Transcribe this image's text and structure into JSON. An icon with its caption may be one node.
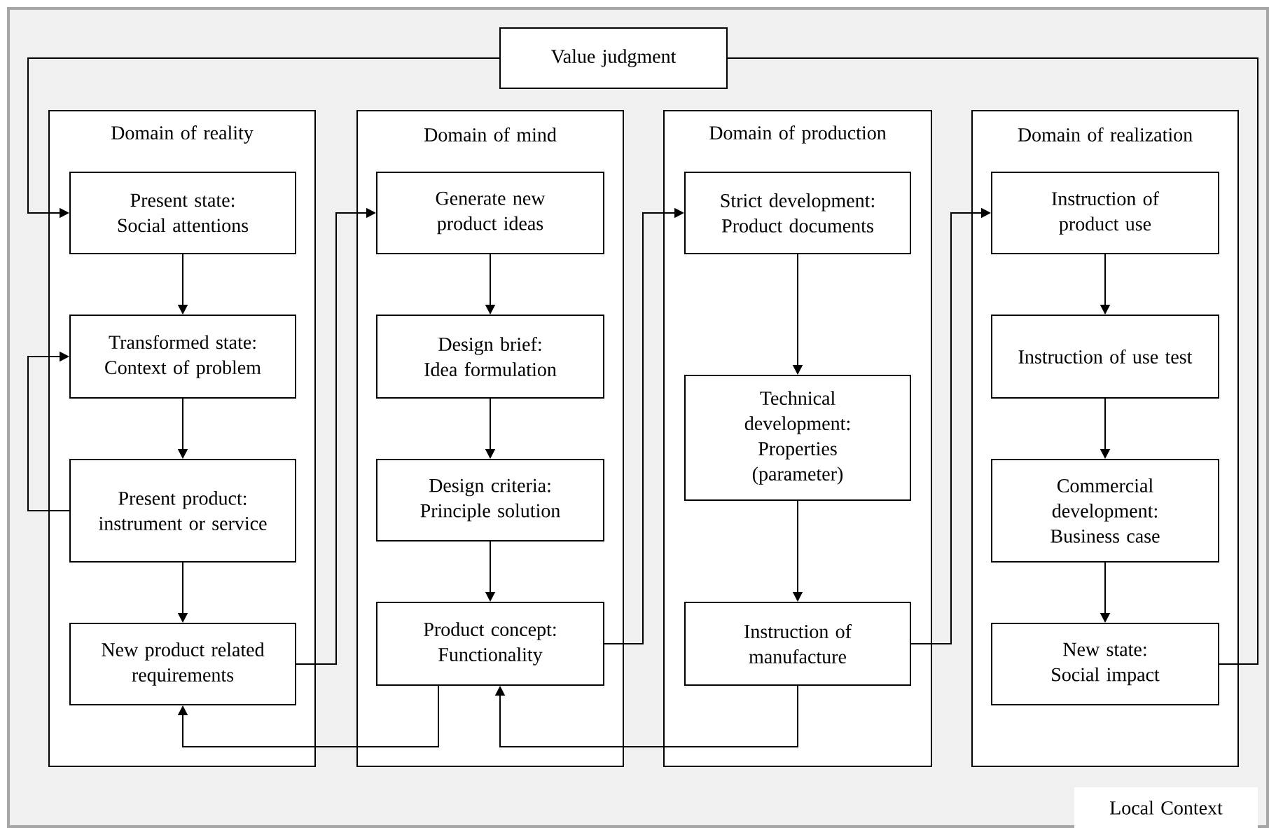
{
  "diagram": {
    "nodes": [
      {
        "text": [
          "Value judgment"
        ]
      },
      {
        "text": [
          "Domain of reality"
        ]
      },
      {
        "text": [
          "Present state: Social attentions"
        ],
        "in": 1
      },
      {
        "text": [
          "Transformed state: Context of problem"
        ],
        "in": 1
      },
      {
        "text": [
          "Present product: instrument or service"
        ],
        "in": 1
      },
      {
        "text": [
          "New product related requirements"
        ],
        "in": 1
      },
      {
        "text": [
          "Domain of mind"
        ]
      },
      {
        "text": [
          "Generate new product ideas"
        ],
        "in": 6
      },
      {
        "text": [
          "Design brief: Idea formulation"
        ],
        "in": 6
      },
      {
        "text": [
          "Design criteria: Principle solution"
        ],
        "in": 6
      },
      {
        "text": [
          "Product concept: Functionality"
        ],
        "in": 6
      },
      {
        "text": [
          "Domain of production"
        ]
      },
      {
        "text": [
          "Strict development: Product documents"
        ],
        "in": 11
      },
      {
        "text": [
          "Technical development: Properties (parameter)"
        ],
        "in": 11
      },
      {
        "text": [
          "Instruction of manufacture"
        ],
        "in": 11
      },
      {
        "text": [
          "Domain of realization"
        ]
      },
      {
        "text": [
          "Instruction of product use"
        ],
        "in": 15
      },
      {
        "text": [
          "Instruction of use test"
        ],
        "in": 15
      },
      {
        "text": [
          "Commercial development: Business case"
        ],
        "in": 15
      },
      {
        "text": [
          "New state: Social impact"
        ],
        "in": 15
      },
      {
        "text": [
          "Local Context"
        ]
      }
    ],
    "edges": [
      {
        "from": 0,
        "to": 2,
        "arrow": "to"
      },
      {
        "from": 2,
        "to": 3,
        "arrow": "to"
      },
      {
        "from": 3,
        "to": 4,
        "arrow": "to"
      },
      {
        "from": 4,
        "to": 3,
        "arrow": "to"
      },
      {
        "from": 4,
        "to": 5,
        "arrow": "to"
      },
      {
        "from": 5,
        "to": 7,
        "arrow": "to"
      },
      {
        "from": 7,
        "to": 8,
        "arrow": "to"
      },
      {
        "from": 8,
        "to": 9,
        "arrow": "to"
      },
      {
        "from": 9,
        "to": 10,
        "arrow": "to"
      },
      {
        "from": 10,
        "to": 12,
        "arrow": "to"
      },
      {
        "from": 10,
        "to": 5,
        "arrow": "to"
      },
      {
        "from": 12,
        "to": 13,
        "arrow": "to"
      },
      {
        "from": 13,
        "to": 14,
        "arrow": "to"
      },
      {
        "from": 14,
        "to": 16,
        "arrow": "to"
      },
      {
        "from": 14,
        "to": 10,
        "arrow": "to"
      },
      {
        "from": 16,
        "to": 17,
        "arrow": "to"
      },
      {
        "from": 17,
        "to": 18,
        "arrow": "to"
      },
      {
        "from": 18,
        "to": 19,
        "arrow": "to"
      },
      {
        "from": 19,
        "to": 0,
        "arrow": "none"
      }
    ]
  }
}
